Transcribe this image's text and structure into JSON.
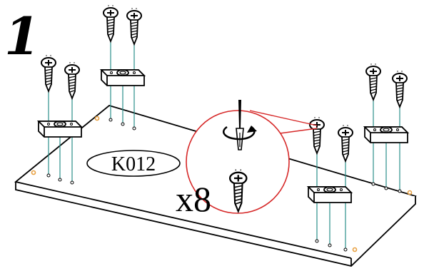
{
  "step_number": "1",
  "part_label": "K012",
  "screw_quantity": "x8",
  "colors": {
    "line": "#000000",
    "guide": "#2a8f8a",
    "callout": "#d62828",
    "hole_orange": "#e8a040"
  },
  "icons": [
    "screw-icon",
    "screwdriver-icon",
    "rotate-arrow-icon",
    "bracket-block-icon"
  ]
}
